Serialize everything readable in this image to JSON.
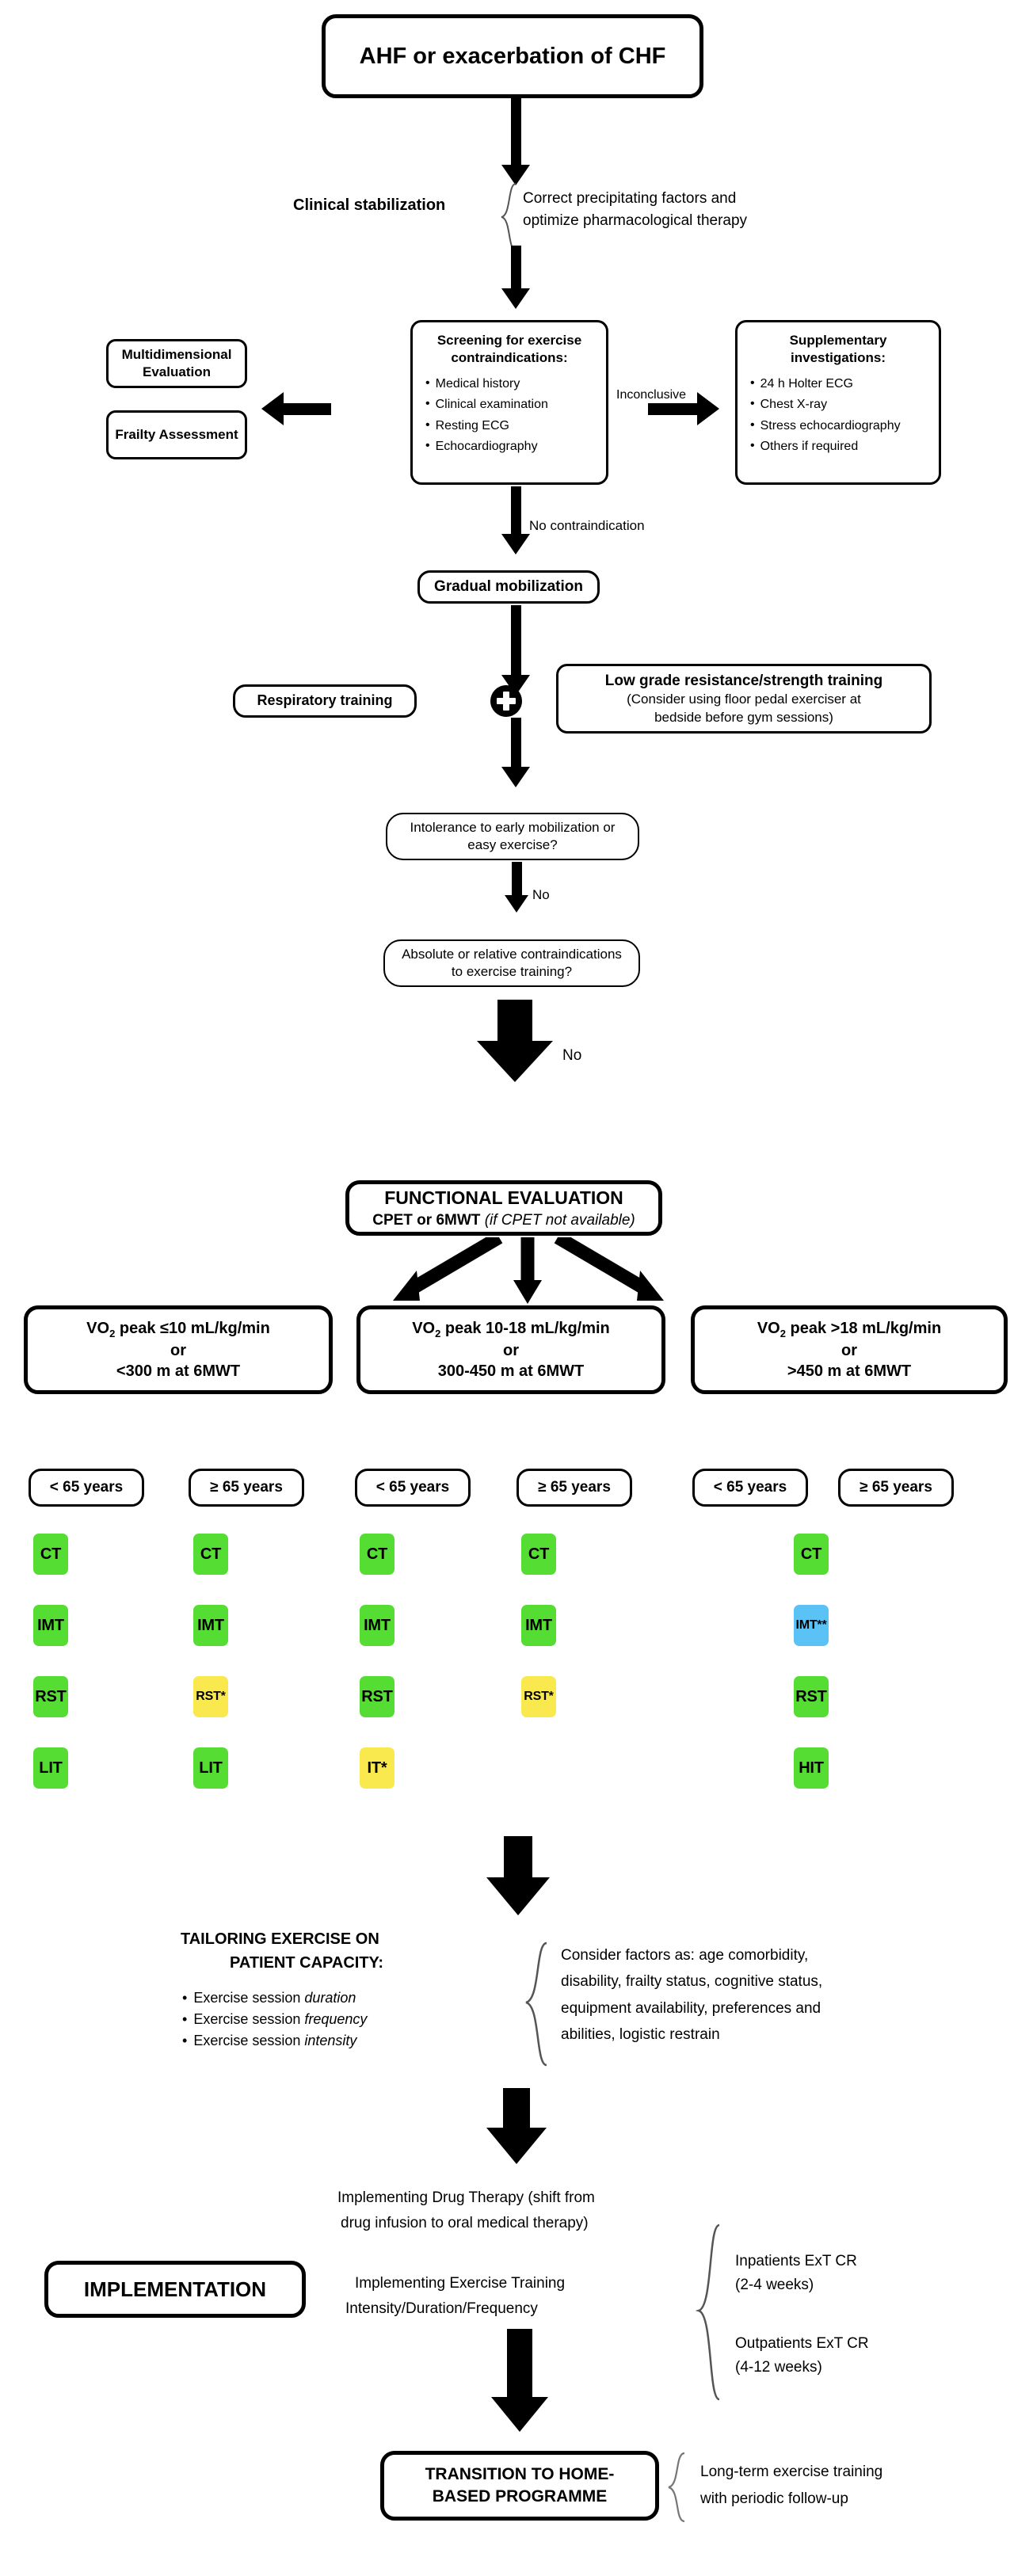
{
  "title_box": {
    "label": "AHF or exacerbation of CHF"
  },
  "stabilization": {
    "label": "Clinical stabilization",
    "note_line1": "Correct precipitating factors and",
    "note_line2": "optimize pharmacological therapy"
  },
  "screening": {
    "heading_line1": "Screening for exercise",
    "heading_line2": "contraindications:",
    "items": [
      "Medical history",
      "Clinical examination",
      "Resting ECG",
      "Echocardiography"
    ]
  },
  "left_branch": {
    "box1": "Multidimensional\nEvaluation",
    "box1_line1": "Multidimensional",
    "box1_line2": "Evaluation",
    "box2": "Frailty Assessment"
  },
  "supplementary": {
    "heading_line1": "Supplementary",
    "heading_line2": "investigations:",
    "items": [
      "24 h Holter ECG",
      "Chest X-ray",
      "Stress echocardiography",
      "Others if required"
    ]
  },
  "edge_labels": {
    "inconclusive": "Inconclusive",
    "no_contraindication": "No contraindication",
    "no_1": "No",
    "no_2": "No"
  },
  "mobilization": {
    "label": "Gradual mobilization"
  },
  "respiratory": {
    "label": "Respiratory training"
  },
  "plus_node": {
    "icon": "plus-icon"
  },
  "resistance": {
    "heading": "Low grade resistance/strength training",
    "sub_line1": "(Consider using floor pedal exerciser at",
    "sub_line2": "bedside before gym sessions)"
  },
  "decision1": {
    "line1": "Intolerance to early mobilization or",
    "line2": "easy exercise?"
  },
  "decision2": {
    "line1": "Absolute or relative contraindications",
    "line2": "to exercise training?"
  },
  "functional_evaluation": {
    "heading": "FUNCTIONAL EVALUATION",
    "sub_bold": "CPET or 6MWT",
    "sub_italic": "(if CPET not available)"
  },
  "capacity_groups": [
    {
      "line1_pre": "VO",
      "line1_sub": "2",
      "line1_post": " peak ≤10 mL/kg/min",
      "line2": "or",
      "line3": "<300 m at 6MWT"
    },
    {
      "line1_pre": "VO",
      "line1_sub": "2",
      "line1_post": " peak 10-18 mL/kg/min",
      "line2": "or",
      "line3": "300-450 m at 6MWT"
    },
    {
      "line1_pre": "VO",
      "line1_sub": "2",
      "line1_post": " peak >18 mL/kg/min",
      "line2": "or",
      "line3": ">450 m at 6MWT"
    }
  ],
  "age_boxes": [
    "< 65 years",
    "≥ 65 years",
    "< 65 years",
    "≥ 65 years",
    "< 65 years",
    "≥ 65 years"
  ],
  "colors": {
    "green": "#55DD33",
    "yellow": "#FAE84F",
    "blue": "#5BC2F5",
    "line": "#000000"
  },
  "exercise_tags": [
    {
      "label": "CT",
      "color": "green",
      "col": 0,
      "row": 0
    },
    {
      "label": "IMT",
      "color": "green",
      "col": 0,
      "row": 1
    },
    {
      "label": "RST",
      "color": "green",
      "col": 0,
      "row": 2
    },
    {
      "label": "LIT",
      "color": "green",
      "col": 0,
      "row": 3
    },
    {
      "label": "CT",
      "color": "green",
      "col": 1,
      "row": 0
    },
    {
      "label": "IMT",
      "color": "green",
      "col": 1,
      "row": 1
    },
    {
      "label": "RST*",
      "color": "yellow",
      "col": 1,
      "row": 2
    },
    {
      "label": "LIT",
      "color": "green",
      "col": 1,
      "row": 3
    },
    {
      "label": "CT",
      "color": "green",
      "col": 2,
      "row": 0
    },
    {
      "label": "IMT",
      "color": "green",
      "col": 2,
      "row": 1
    },
    {
      "label": "RST",
      "color": "green",
      "col": 2,
      "row": 2
    },
    {
      "label": "IT*",
      "color": "yellow",
      "col": 2,
      "row": 3
    },
    {
      "label": "CT",
      "color": "green",
      "col": 3,
      "row": 0
    },
    {
      "label": "IMT",
      "color": "green",
      "col": 3,
      "row": 1
    },
    {
      "label": "RST*",
      "color": "yellow",
      "col": 3,
      "row": 2
    },
    {
      "label": "CT",
      "color": "green",
      "col": 5,
      "row": 0
    },
    {
      "label": "IMT**",
      "color": "blue",
      "col": 5,
      "row": 1
    },
    {
      "label": "RST",
      "color": "green",
      "col": 5,
      "row": 2
    },
    {
      "label": "HIT",
      "color": "green",
      "col": 5,
      "row": 3
    }
  ],
  "tailoring": {
    "heading_line1": "TAILORING EXERCISE ON",
    "heading_line2": "PATIENT CAPACITY:",
    "items": [
      {
        "plain": "Exercise session ",
        "em": "duration"
      },
      {
        "plain": "Exercise session ",
        "em": "frequency"
      },
      {
        "plain": "Exercise session ",
        "em": "intensity"
      }
    ],
    "note_lines": [
      "Consider factors as: age comorbidity,",
      "disability, frailty status, cognitive status,",
      "equipment availability, preferences and",
      "abilities, logistic restrain"
    ]
  },
  "implementation": {
    "badge": "IMPLEMENTATION",
    "drug_line1": "Implementing Drug Therapy (shift from",
    "drug_line2": "drug infusion to oral medical therapy)",
    "exercise_line1": "Implementing Exercise Training",
    "exercise_line2": "Intensity/Duration/Frequency",
    "inpatients_line1": "Inpatients ExT CR",
    "inpatients_line2": "(2-4 weeks)",
    "outpatients_line1": "Outpatients ExT CR",
    "outpatients_line2": "(4-12 weeks)"
  },
  "transition": {
    "line1": "TRANSITION TO HOME-",
    "line2": "BASED PROGRAMME",
    "note_line1": "Long-term exercise training",
    "note_line2": "with periodic follow-up"
  }
}
